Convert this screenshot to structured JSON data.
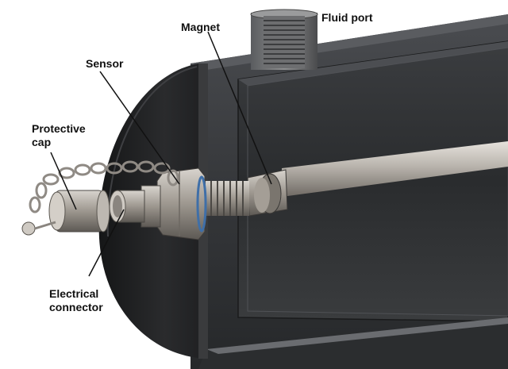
{
  "labels": {
    "fluid_port": "Fluid port",
    "magnet": "Magnet",
    "sensor": "Sensor",
    "protective_cap": [
      "Protective",
      "cap"
    ],
    "electrical_connector": [
      "Electrical",
      "connector"
    ]
  },
  "colors": {
    "cylinder_face": "#1f2022",
    "cylinder_body": "#3a3c3f",
    "cutaway_panel": "#2d2f31",
    "rod_metal": "#b9b4ad",
    "thread_metal": "#8f8a84",
    "magnet_ring": "#a0998f",
    "leader_line": "#111111"
  }
}
